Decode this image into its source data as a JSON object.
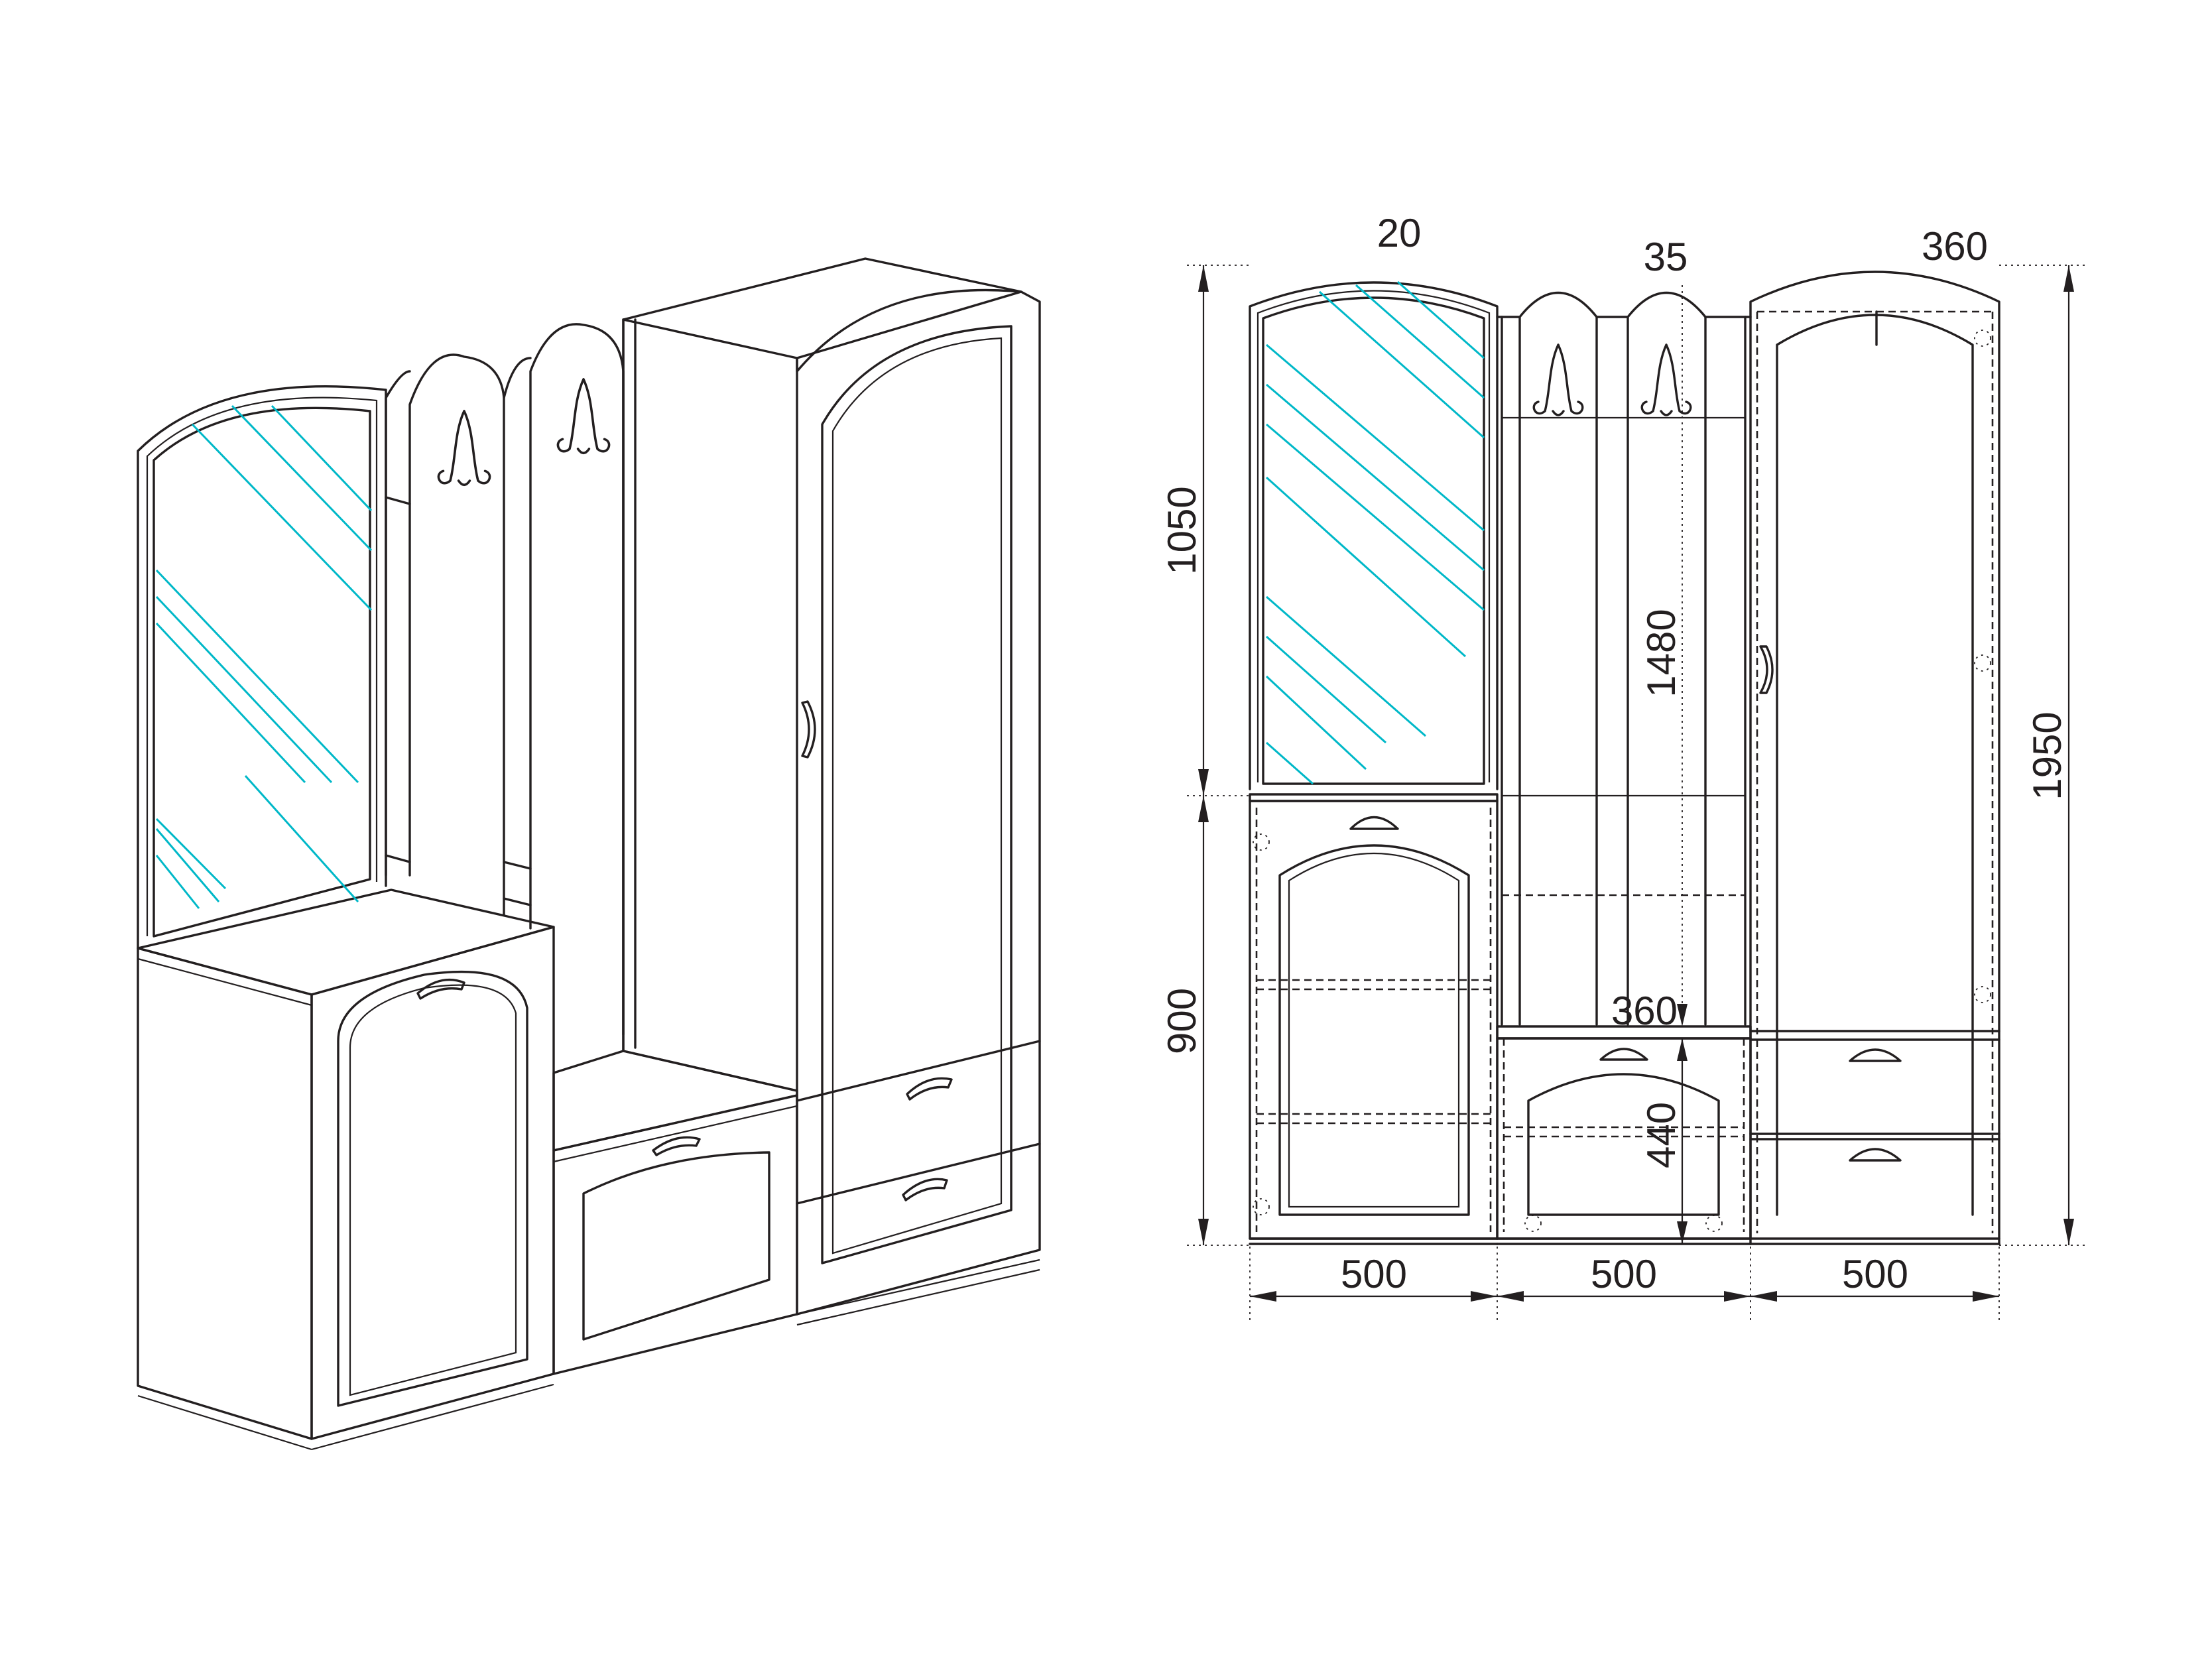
{
  "dimensions": {
    "top_left": "20",
    "top_middle": "35",
    "top_right": "360",
    "mirror_height": "1050",
    "cabinet_height": "900",
    "hook_panel_height": "1480",
    "bench_depth": "360",
    "bench_height": "440",
    "total_height": "1950",
    "width_left": "500",
    "width_middle": "500",
    "width_right": "500"
  },
  "colors": {
    "line": "#231f20",
    "mirror_hatch": "#00b8c8",
    "background": "#ffffff"
  }
}
